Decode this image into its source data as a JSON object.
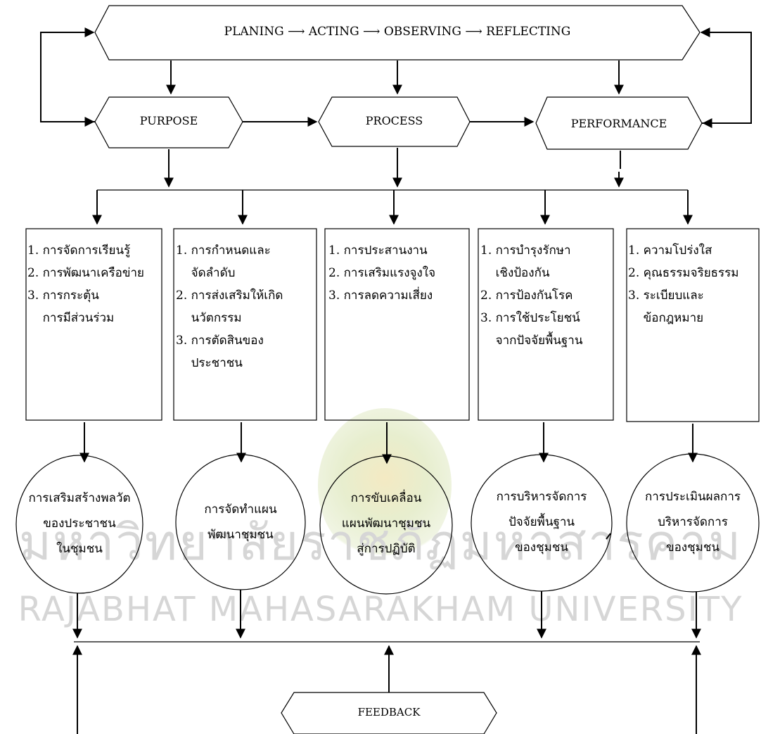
{
  "cycle": {
    "text": "PLANING ⟶ ACTING ⟶ OBSERVING ⟶ REFLECTING"
  },
  "stages": {
    "purpose": "PURPOSE",
    "process": "PROCESS",
    "performance": "PERFORMANCE"
  },
  "boxes": [
    {
      "lines": [
        "1. การจัดการเรียนรู้",
        "2. การพัฒนาเครือข่าย",
        "3. การกระตุ้น",
        "    การมีส่วนร่วม"
      ]
    },
    {
      "lines": [
        "1. การกำหนดและ",
        "    จัดลำดับ",
        "2. การส่งเสริมให้เกิด",
        "    นวัตกรรม",
        "3. การตัดสินของ",
        "    ประชาชน"
      ]
    },
    {
      "lines": [
        "1. การประสานงาน",
        "2. การเสริมแรงจูงใจ",
        "3. การลดความเสี่ยง"
      ]
    },
    {
      "lines": [
        "1. การบำรุงรักษา",
        "    เชิงป้องกัน",
        "2. การป้องกันโรค",
        "3. การใช้ประโยชน์",
        "    จากปัจจัยพื้นฐาน"
      ]
    },
    {
      "lines": [
        "1. ความโปร่งใส",
        "2. คุณธรรมจริยธรรม",
        "3. ระเบียบและ",
        "    ข้อกฎหมาย"
      ]
    }
  ],
  "circles": [
    {
      "lines": [
        "การเสริมสร้างพลวัต",
        "ของประชาชน",
        "ในชุมชน"
      ]
    },
    {
      "lines": [
        "การจัดทำแผน",
        "พัฒนาชุมชน"
      ]
    },
    {
      "lines": [
        "การขับเคลื่อน",
        "แผนพัฒนาชุมชน",
        "สู่การปฏิบัติ"
      ]
    },
    {
      "lines": [
        "การบริหารจัดการ",
        "ปัจจัยพื้นฐาน",
        "ของชุมชน"
      ]
    },
    {
      "lines": [
        "การประเมินผลการ",
        "บริหารจัดการ",
        "ของชุมชน"
      ]
    }
  ],
  "feedback": {
    "label": "FEEDBACK"
  },
  "watermark": {
    "thai": "มหาวิทยาลัยราชภัฏมหาสารคาม",
    "english": "RAJABHAT MAHASARAKHAM UNIVERSITY"
  }
}
